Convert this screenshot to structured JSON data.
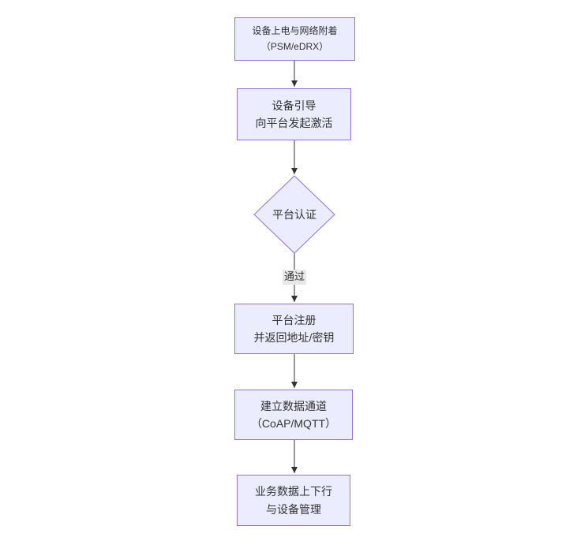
{
  "diagram": {
    "type": "flowchart-top-down",
    "colors": {
      "background": "#ffffff",
      "node_fill": "#ececff",
      "node_border": "#9370db",
      "text_color": "#333333",
      "edge_color": "#333333",
      "edge_label_bg": "#e8e8e8"
    },
    "nodes": [
      {
        "id": "attach",
        "shape": "rect",
        "line1": "设备上电与网络附着",
        "line2": "（PSM/eDRX）"
      },
      {
        "id": "bootstrap",
        "shape": "rect",
        "line1": "设备引导",
        "line2": "向平台发起激活"
      },
      {
        "id": "auth",
        "shape": "diamond",
        "line1": "平台认证",
        "line2": ""
      },
      {
        "id": "register",
        "shape": "rect",
        "line1": "平台注册",
        "line2": "并返回地址/密钥"
      },
      {
        "id": "channel",
        "shape": "rect",
        "line1": "建立数据通道",
        "line2": "（CoAP/MQTT）"
      },
      {
        "id": "business",
        "shape": "rect",
        "line1": "业务数据上下行",
        "line2": "与设备管理"
      }
    ],
    "edges": [
      {
        "from": "attach",
        "to": "bootstrap",
        "label": ""
      },
      {
        "from": "bootstrap",
        "to": "auth",
        "label": ""
      },
      {
        "from": "auth",
        "to": "register",
        "label": "通过"
      },
      {
        "from": "register",
        "to": "channel",
        "label": ""
      },
      {
        "from": "channel",
        "to": "business",
        "label": ""
      }
    ]
  }
}
